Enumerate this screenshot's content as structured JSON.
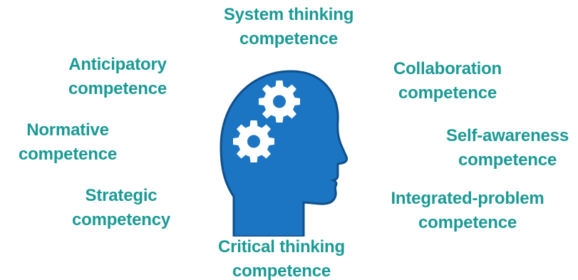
{
  "colors": {
    "label_text": "#1a9a96",
    "head_fill": "#1b75c2",
    "head_stroke": "#0f4f8c",
    "gear_fill": "#ffffff"
  },
  "labels": {
    "system": [
      "System thinking",
      "competence"
    ],
    "anticipatory": [
      "Anticipatory",
      "competence"
    ],
    "collaboration": [
      "Collaboration",
      "competence"
    ],
    "normative": [
      "Normative",
      "competence"
    ],
    "selfawareness": [
      "Self-awareness",
      "competence"
    ],
    "strategic": [
      "Strategic",
      "competency"
    ],
    "integrated": [
      "Integrated-problem",
      "competence"
    ],
    "critical": [
      "Critical thinking",
      "competence"
    ]
  },
  "icons": {
    "head": "head-with-gears-icon",
    "gear": "gear-icon"
  }
}
